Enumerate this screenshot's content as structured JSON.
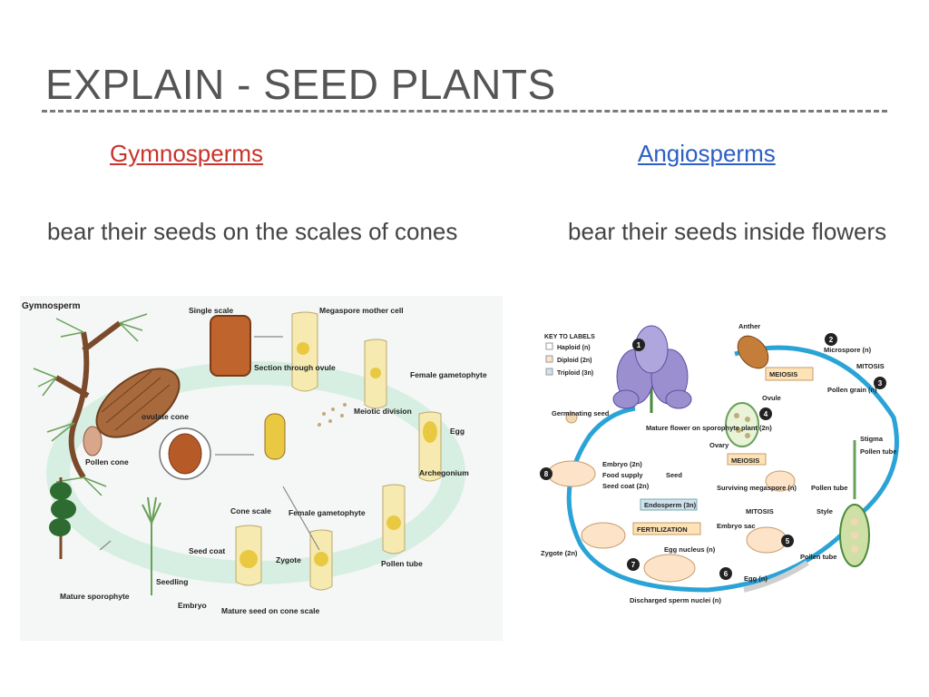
{
  "slide": {
    "title": "EXPLAIN - SEED PLANTS",
    "left_heading": "Gymnosperms",
    "right_heading": "Angiosperms",
    "left_text": "bear their seeds on the scales of cones",
    "right_text": "bear their seeds inside flowers"
  },
  "gymno_diagram": {
    "title": "Gymnosperm",
    "labels": {
      "single_scale": "Single scale",
      "megaspore": "Megaspore mother cell",
      "section": "Section through ovule",
      "female_gam": "Female gametophyte",
      "ovulate": "ovulate cone",
      "meiotic": "Meiotic division",
      "egg": "Egg",
      "pollen_cone": "Pollen cone",
      "archegonium": "Archegonium",
      "cone_scale": "Cone scale",
      "female_gam2": "Female gametophyte",
      "seed_coat": "Seed coat",
      "zygote": "Zygote",
      "pollen_tube": "Pollen tube",
      "seedling": "Seedling",
      "mature_sporophyte": "Mature sporophyte",
      "embryo": "Embryo",
      "mature_seed": "Mature seed on cone scale"
    }
  },
  "angio_diagram": {
    "key_title": "KEY TO LABELS",
    "key": [
      "Haploid (n)",
      "Diploid (2n)",
      "Triploid (3n)"
    ],
    "key_colors": [
      "#ffffff",
      "#fde3c8",
      "#cfe3ee"
    ],
    "labels": {
      "anther": "Anther",
      "microspore": "Microspore (n)",
      "meiosis": "MEIOSIS",
      "mitosis": "MITOSIS",
      "ovule": "Ovule",
      "pollen_grain": "Pollen grain (n)",
      "germinating": "Germinating seed",
      "mature_flower": "Mature flower on sporophyte plant (2n)",
      "ovary": "Ovary",
      "stigma": "Stigma",
      "pollen_tube": "Pollen tube",
      "embryo": "Embryo (2n)",
      "food_supply": "Food supply",
      "seed": "Seed",
      "seed_coat": "Seed coat (2n)",
      "meiosis2": "MEIOSIS",
      "surviving": "Surviving megaspore (n)",
      "pollen_tube2": "Pollen tube",
      "style": "Style",
      "endosperm": "Endosperm (3n)",
      "mitosis2": "MITOSIS",
      "fertilization": "FERTILIZATION",
      "embryo_sac": "Embryo sac",
      "zygote": "Zygote (2n)",
      "egg_nucleus": "Egg nucleus (n)",
      "pollen_tube3": "Pollen tube",
      "egg": "Egg (n)",
      "discharged": "Discharged sperm nuclei (n)"
    },
    "step_numbers": [
      "1",
      "2",
      "3",
      "4",
      "5",
      "6",
      "7",
      "8"
    ]
  },
  "colors": {
    "title": "#555555",
    "gymno_heading": "#c9332b",
    "angio_heading": "#2b5fc4",
    "gymno_cycle": "#d7efe3",
    "angio_arrow": "#2aa3d6",
    "angio_flower": "#9b8fd0"
  }
}
